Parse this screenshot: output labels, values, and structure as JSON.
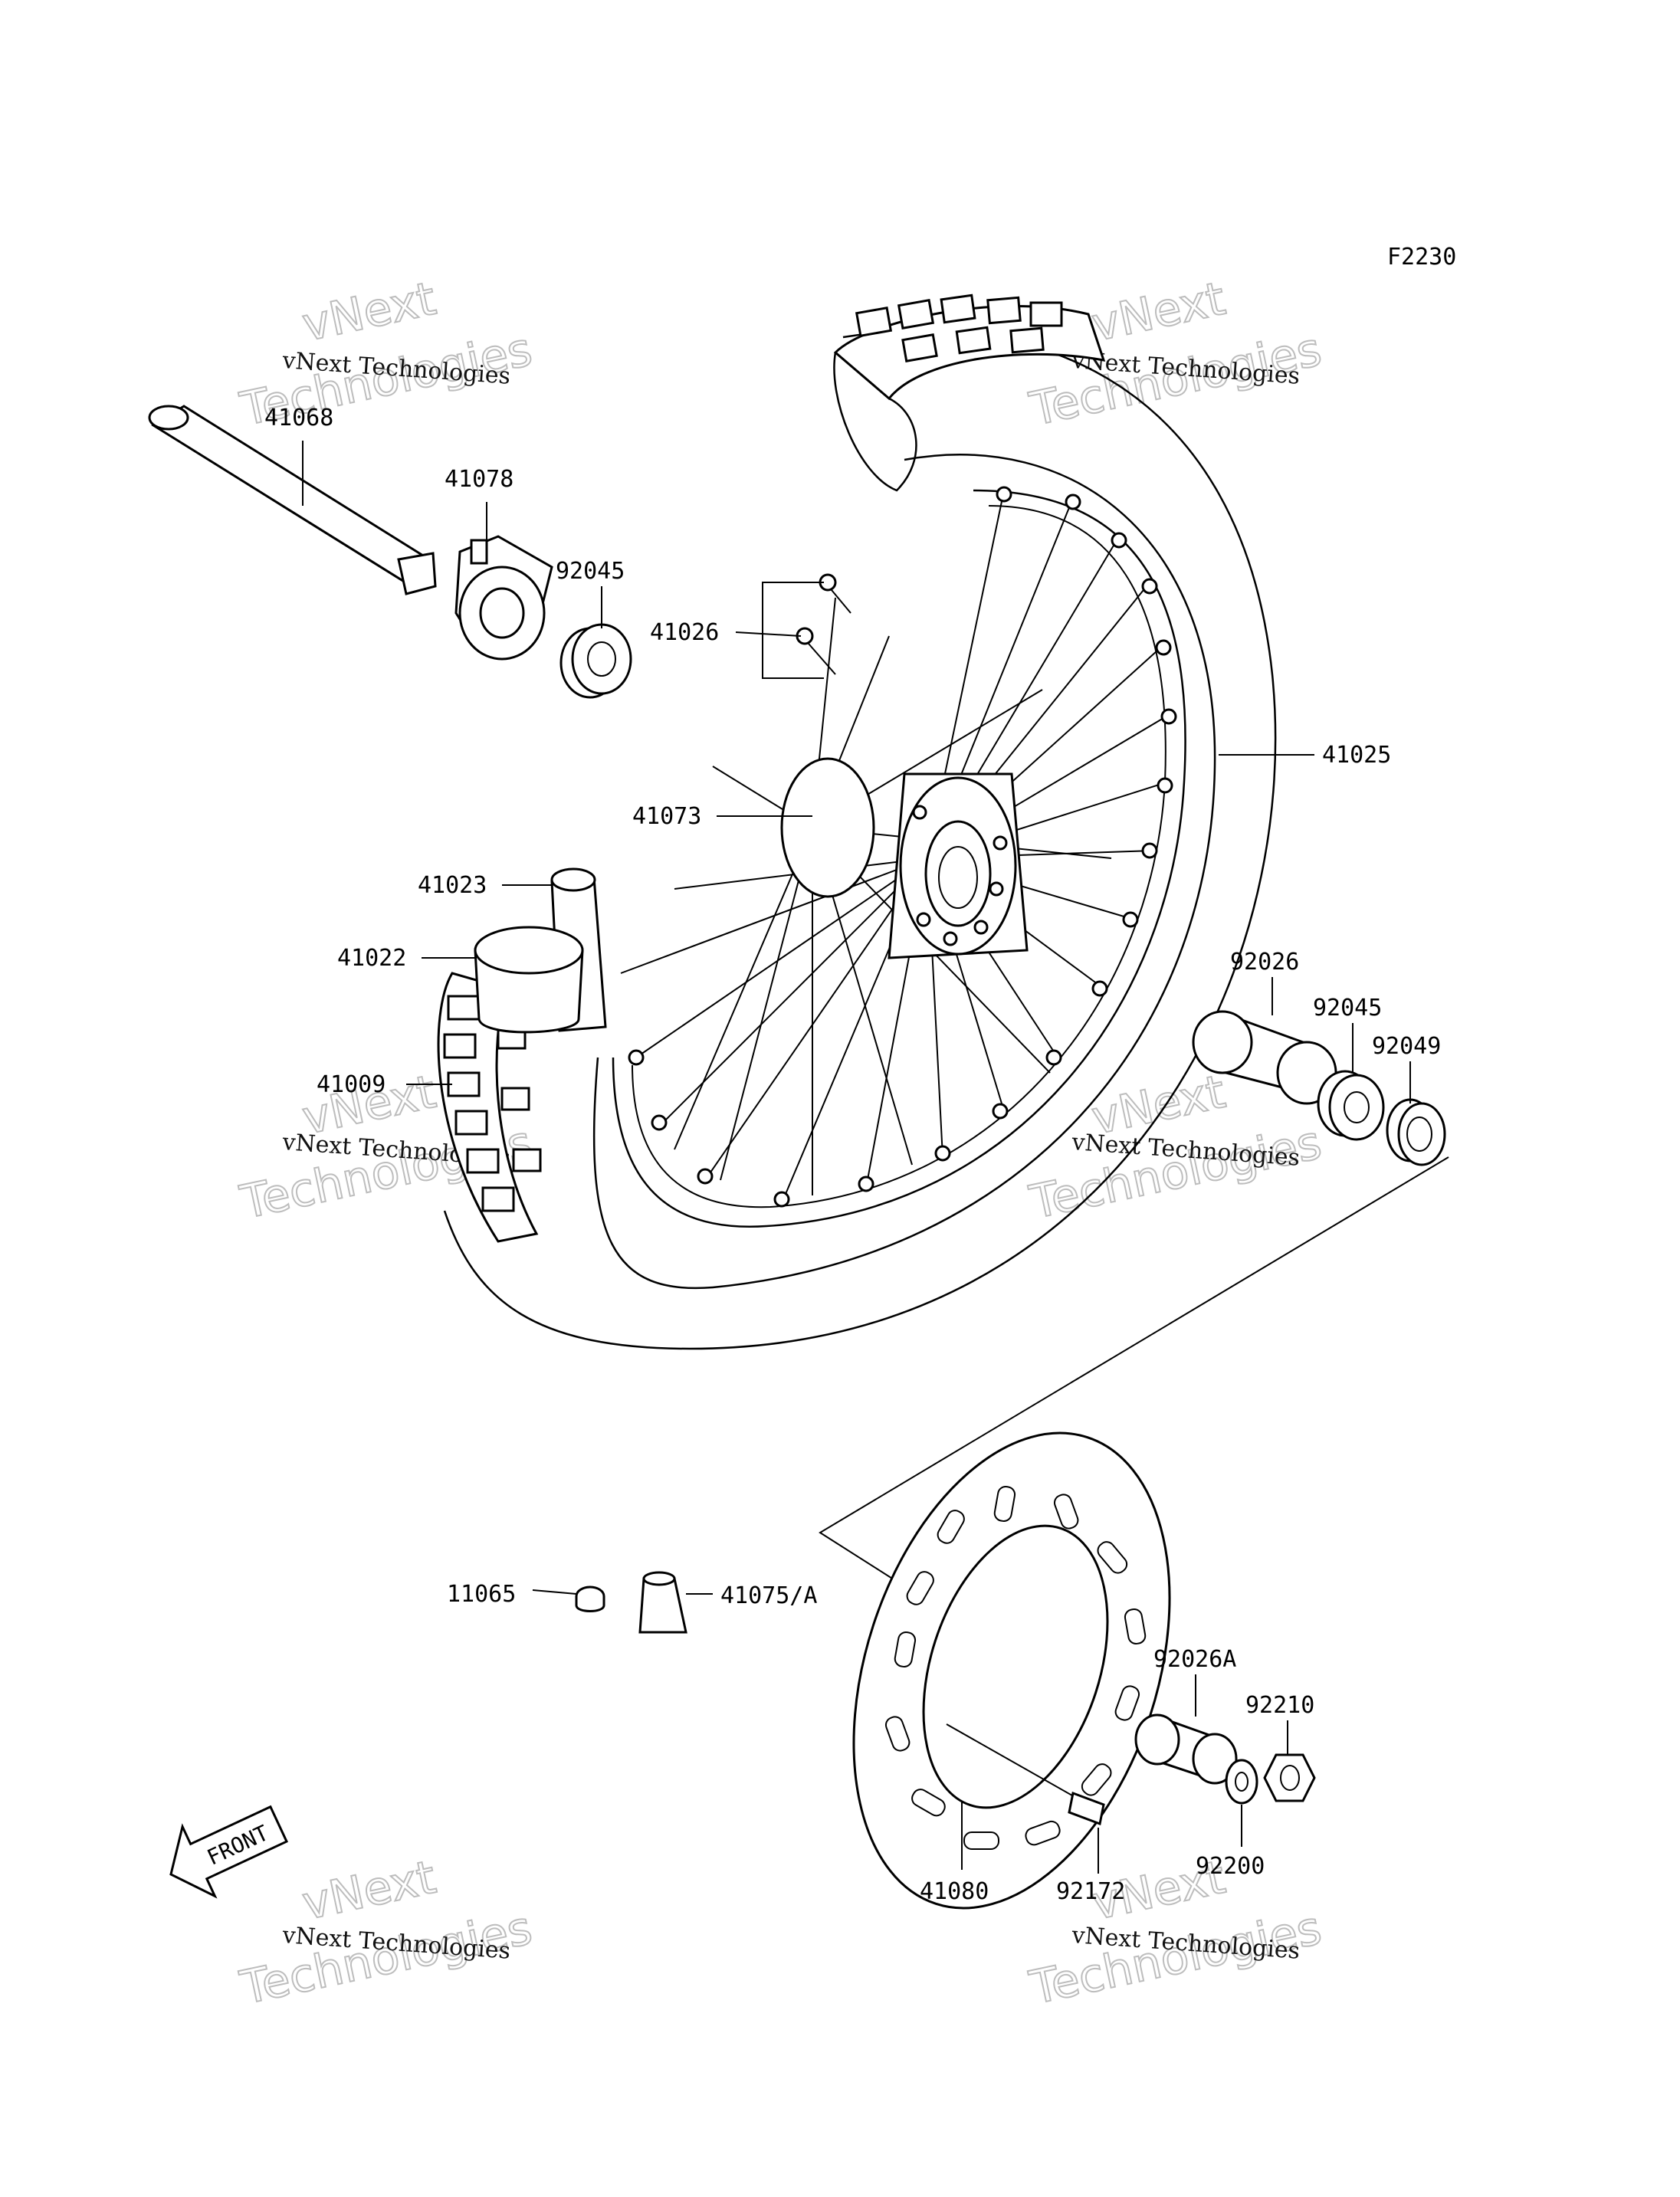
{
  "diagram_code": "F2230",
  "watermark": {
    "small": "vNext Technologies",
    "big_line1": "vNext",
    "big_line2": "Technologies"
  },
  "direction_label": "FRONT",
  "callouts": {
    "c41068": "41068",
    "c41078": "41078",
    "c92045_top": "92045",
    "c41026": "41026",
    "c41025": "41025",
    "c41073": "41073",
    "c41023": "41023",
    "c41022": "41022",
    "c41009": "41009",
    "c92026": "92026",
    "c92045_right": "92045",
    "c92049": "92049",
    "c11065": "11065",
    "c41075A": "41075/A",
    "c92026A": "92026A",
    "c92210": "92210",
    "c41080": "41080",
    "c92172": "92172",
    "c92200": "92200"
  }
}
